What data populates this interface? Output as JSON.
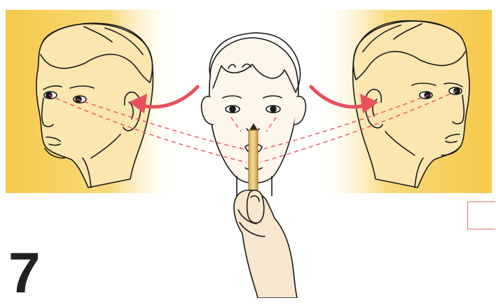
{
  "figure": {
    "step_number": "7",
    "colors": {
      "background_glow": "#f6c94a",
      "arrow": "#e8505b",
      "sight_line": "#e8505b",
      "line_art": "#1a1a1a",
      "skin": "#f7e7cf",
      "pencil": "#e9c77b"
    },
    "icons": [
      "left-head-turned",
      "front-face",
      "right-head-turned",
      "hand-holding-pencil",
      "curved-arrow-left",
      "curved-arrow-right"
    ]
  }
}
